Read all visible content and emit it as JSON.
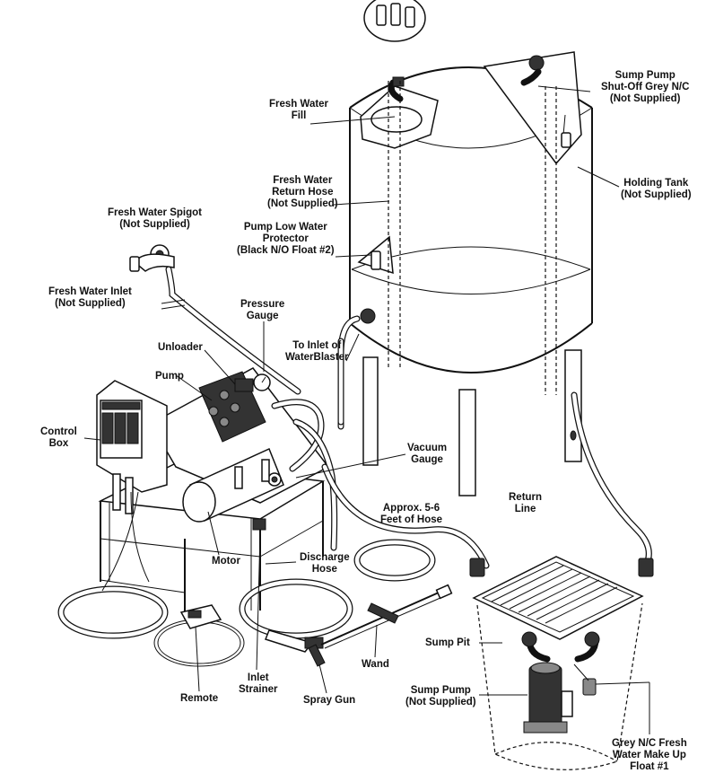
{
  "labels": {
    "fresh_water_fill": [
      "Fresh Water",
      "Fill"
    ],
    "sump_shutoff": [
      "Sump Pump",
      "Shut-Off Grey N/C",
      "(Not Supplied)"
    ],
    "holding_tank": [
      "Holding Tank",
      "(Not Supplied)"
    ],
    "fresh_return_hose": [
      "Fresh Water",
      "Return Hose",
      "(Not Supplied)"
    ],
    "fresh_spigot": [
      "Fresh Water Spigot",
      "(Not Supplied)"
    ],
    "pump_low_water": [
      "Pump Low Water",
      "Protector",
      "(Black N/O Float #2)"
    ],
    "fresh_inlet": [
      "Fresh Water Inlet",
      "(Not Supplied)"
    ],
    "pressure_gauge": [
      "Pressure",
      "Gauge"
    ],
    "unloader": [
      "Unloader"
    ],
    "to_inlet": [
      "To Inlet of",
      "WaterBlaster"
    ],
    "pump": [
      "Pump"
    ],
    "control_box": [
      "Control",
      "Box"
    ],
    "vacuum_gauge": [
      "Vacuum",
      "Gauge"
    ],
    "return_line": [
      "Return",
      "Line"
    ],
    "approx_hose": [
      "Approx. 5-6",
      "Feet of Hose"
    ],
    "motor": [
      "Motor"
    ],
    "discharge_hose": [
      "Discharge",
      "Hose"
    ],
    "sump_pit": [
      "Sump Pit"
    ],
    "wand": [
      "Wand"
    ],
    "sump_pump": [
      "Sump Pump",
      "(Not Supplied)"
    ],
    "inlet_strainer": [
      "Inlet",
      "Strainer"
    ],
    "remote": [
      "Remote"
    ],
    "spray_gun": [
      "Spray Gun"
    ],
    "grey_float": [
      "Grey N/C Fresh",
      "Water Make Up",
      "Float #1"
    ]
  }
}
